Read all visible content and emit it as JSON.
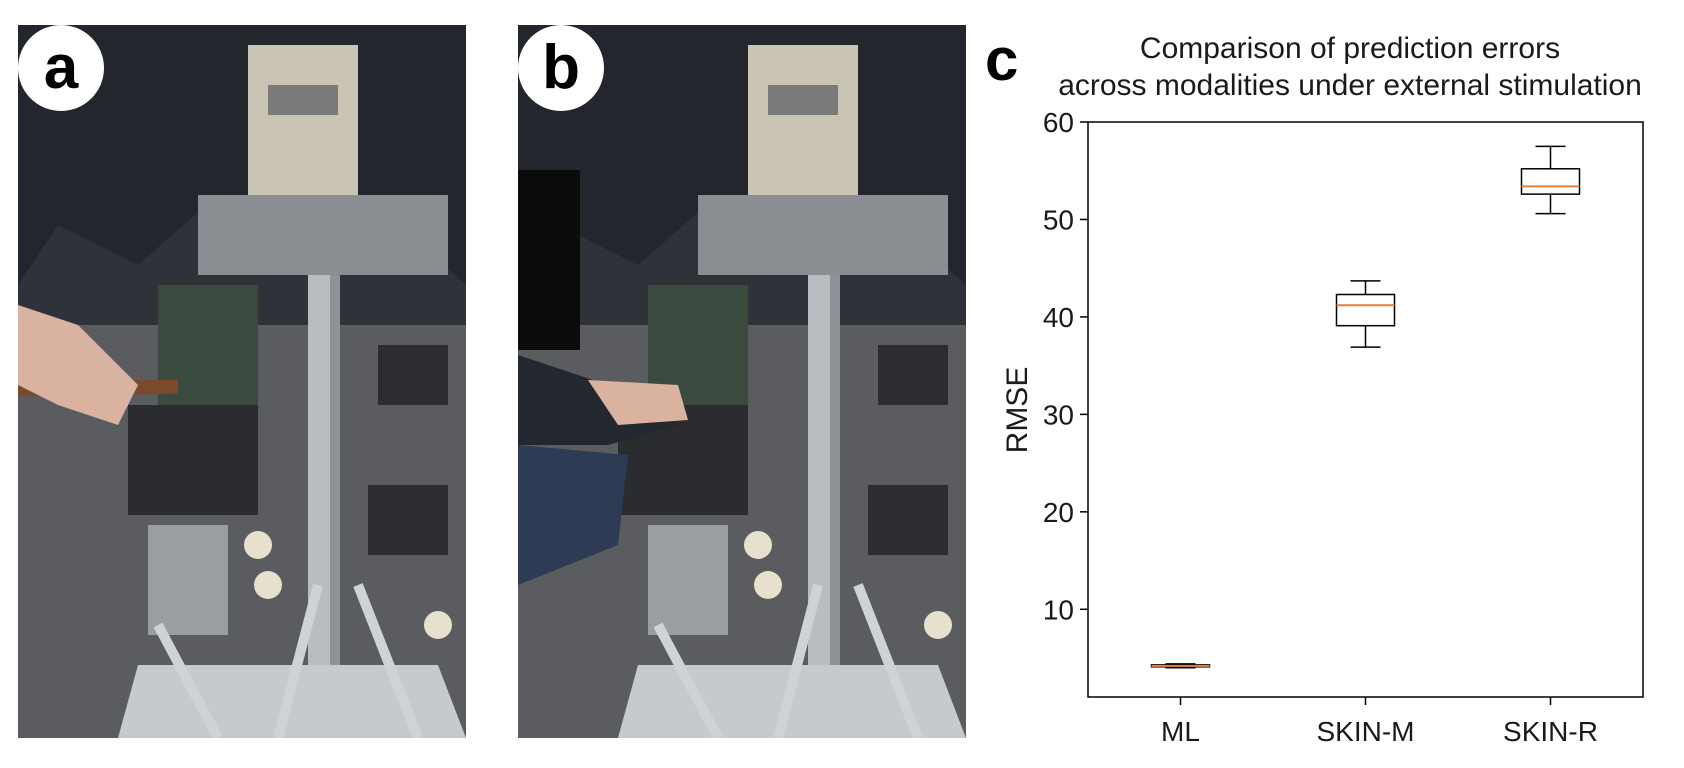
{
  "panels": {
    "a": {
      "letter": "a"
    },
    "b": {
      "letter": "b"
    },
    "c": {
      "letter": "c"
    }
  },
  "chart_data": {
    "type": "box",
    "title": "Comparison of prediction errors\nacross modalities under external stimulation",
    "xlabel": "",
    "ylabel": "RMSE",
    "categories": [
      "ML",
      "SKIN-M",
      "SKIN-R"
    ],
    "boxes": [
      {
        "category": "ML",
        "whisker_low": 4.0,
        "q1": 4.1,
        "median": 4.2,
        "q3": 4.3,
        "whisker_high": 4.4
      },
      {
        "category": "SKIN-M",
        "whisker_low": 36.9,
        "q1": 39.1,
        "median": 41.2,
        "q3": 42.3,
        "whisker_high": 43.7
      },
      {
        "category": "SKIN-R",
        "whisker_low": 50.6,
        "q1": 52.6,
        "median": 53.4,
        "q3": 55.2,
        "whisker_high": 57.5
      }
    ],
    "yticks": [
      10,
      20,
      30,
      40,
      50,
      60
    ],
    "ylim": [
      1,
      60
    ],
    "grid": false,
    "box_color": "#000000",
    "median_color": "#e8803a"
  }
}
